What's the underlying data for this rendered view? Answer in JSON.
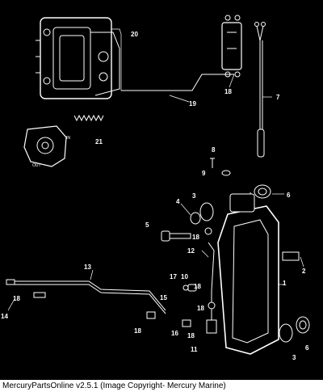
{
  "diagram": {
    "callouts": [
      "1",
      "2",
      "3",
      "4",
      "5",
      "6",
      "7",
      "8",
      "9",
      "10",
      "11",
      "12",
      "13",
      "14",
      "15",
      "16",
      "17",
      "18",
      "19",
      "20",
      "21"
    ],
    "port_labels": {
      "in": "IN",
      "out": "OUT"
    }
  },
  "footer": {
    "text": "MercuryPartsOnline v2.5.1 (Image Copyright- Mercury Marine)"
  },
  "colors": {
    "background": "#000000",
    "lines": "#ffffff",
    "footer_bg": "#ffffff",
    "footer_text": "#000000"
  }
}
